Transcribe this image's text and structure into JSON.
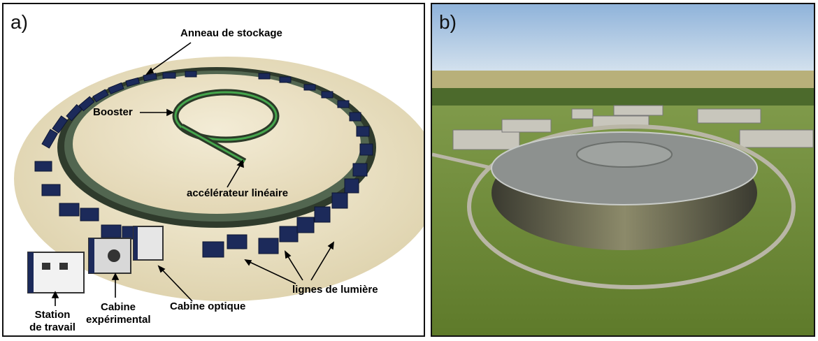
{
  "panel_a": {
    "letter": "a)",
    "labels": {
      "storage_ring": "Anneau de stockage",
      "booster": "Booster",
      "linac": "accélérateur linéaire",
      "beamlines": "lignes de lumière",
      "optics_hutch": "Cabine optique",
      "experimental_hutch_1": "Cabine",
      "experimental_hutch_2": "expérimental",
      "workstation_1": "Station",
      "workstation_2": "de travail"
    }
  },
  "panel_b": {
    "letter": "b)"
  },
  "colors": {
    "floor": "#e9dfc0",
    "ring_dark": "#2d3a2a",
    "booster_green": "#3fa34a",
    "beamline_blue": "#1c2a5a",
    "sky": "#a9c6e2",
    "grass": "#6f8f3a",
    "roof": "#8a8f8c"
  }
}
